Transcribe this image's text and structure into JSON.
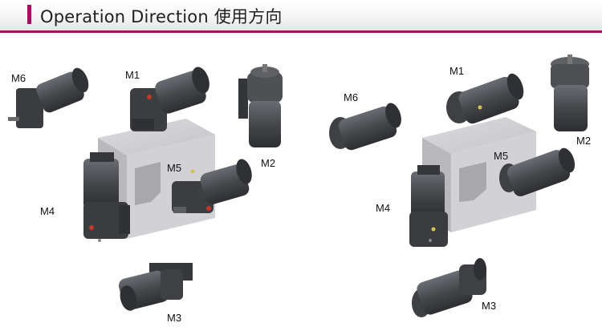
{
  "header": {
    "title": "Operation Direction  使用方向"
  },
  "colors": {
    "accent": "#a0145f",
    "motor_body": "#4a4c50",
    "motor_dark": "#2e3033",
    "block": "#c9c9cc"
  },
  "left_diagram": {
    "labels": {
      "m1": "M1",
      "m2": "M2",
      "m3": "M3",
      "m4": "M4",
      "m5": "M5",
      "m6": "M6"
    }
  },
  "right_diagram": {
    "labels": {
      "m1": "M1",
      "m2": "M2",
      "m3": "M3",
      "m4": "M4",
      "m5": "M5",
      "m6": "M6"
    }
  }
}
